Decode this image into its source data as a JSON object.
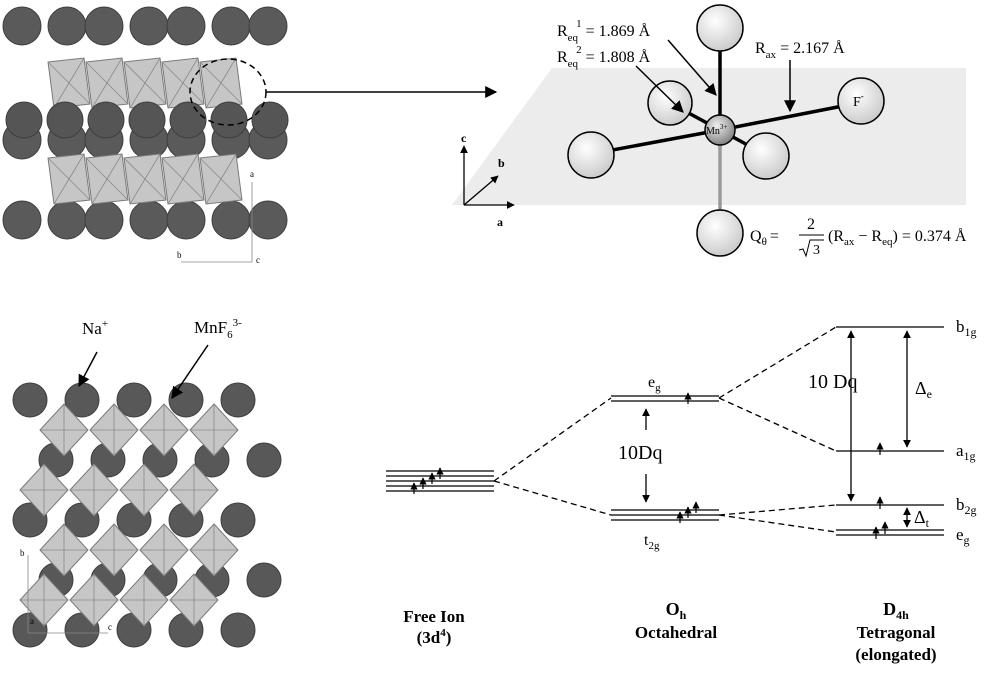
{
  "octahedron": {
    "r_eq1_label": "R",
    "r_eq1_sub": "eq",
    "r_eq1_sup": "1",
    "r_eq1_value": " = 1.869 Å",
    "r_eq2_label": "R",
    "r_eq2_sub": "eq",
    "r_eq2_sup": "2",
    "r_eq2_value": " = 1.808 Å",
    "r_ax_label": "R",
    "r_ax_sub": "ax",
    "r_ax_value": " = 2.167 Å",
    "center_ion": "Mn",
    "center_ion_sup": "3+",
    "ligand": "F",
    "ligand_sup": "-",
    "q_label": "Q",
    "q_sub": "θ",
    "q_eq": "=",
    "q_num": "2",
    "q_den": "3",
    "q_rhs_open": "(R",
    "q_rhs_ax": "ax",
    "q_rhs_minus": " − R",
    "q_rhs_eq": "eq",
    "q_rhs_value": ") = 0.374 Å",
    "axis_c": "c",
    "axis_b": "b",
    "axis_a": "a"
  },
  "crystal_top": {
    "axis_a": "a",
    "axis_b": "b",
    "axis_c": "c"
  },
  "crystal_bottom": {
    "na_label": "Na",
    "na_sup": "+",
    "mnf_label": "MnF",
    "mnf_sub": "6",
    "mnf_sup": "3-",
    "axis_b": "b",
    "axis_a": "a",
    "axis_c": "c"
  },
  "energy": {
    "free_ion_title": "Free Ion",
    "free_ion_sub": "(3d",
    "free_ion_sup": "4",
    "free_ion_close": ")",
    "oh_title": "O",
    "oh_sub": "h",
    "oh_name": "Octahedral",
    "d4h_title": "D",
    "d4h_sub": "4h",
    "d4h_name": "Tetragonal",
    "d4h_note": "(elongated)",
    "eg": "e",
    "eg_sub": "g",
    "t2g": "t",
    "t2g_sub": "2g",
    "tenDq_oh": "10Dq",
    "tenDq_d4h": "10 Dq",
    "delta_e": "Δ",
    "delta_e_sub": "e",
    "delta_t": "Δ",
    "delta_t_sub": "t",
    "b1g": "b",
    "b1g_sub": "1g",
    "a1g": "a",
    "a1g_sub": "1g",
    "b2g": "b",
    "b2g_sub": "2g",
    "eg_d4h": "e",
    "eg_d4h_sub": "g"
  }
}
